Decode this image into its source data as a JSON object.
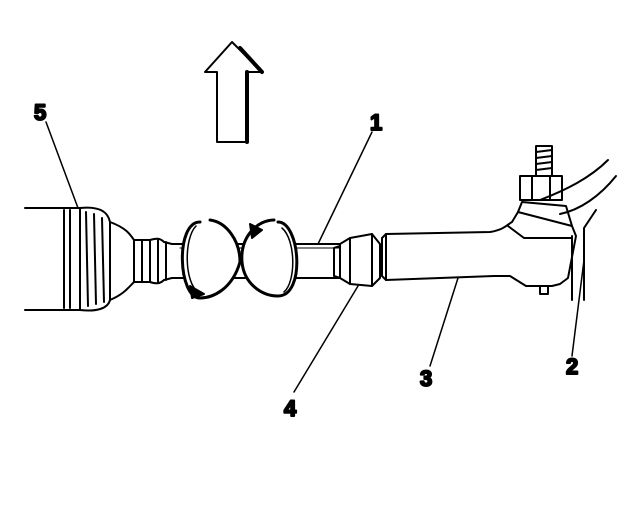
{
  "figure": {
    "callouts": [
      {
        "id": "tie-rod-inner",
        "label": "1"
      },
      {
        "id": "hose",
        "label": "2"
      },
      {
        "id": "tie-rod-end",
        "label": "3"
      },
      {
        "id": "jam-nut",
        "label": "4"
      },
      {
        "id": "rack-boot",
        "label": "5"
      }
    ],
    "arrow_icon": "up-arrow-icon",
    "rotation_icons": [
      "rotate-ccw-icon",
      "rotate-cw-icon"
    ]
  }
}
